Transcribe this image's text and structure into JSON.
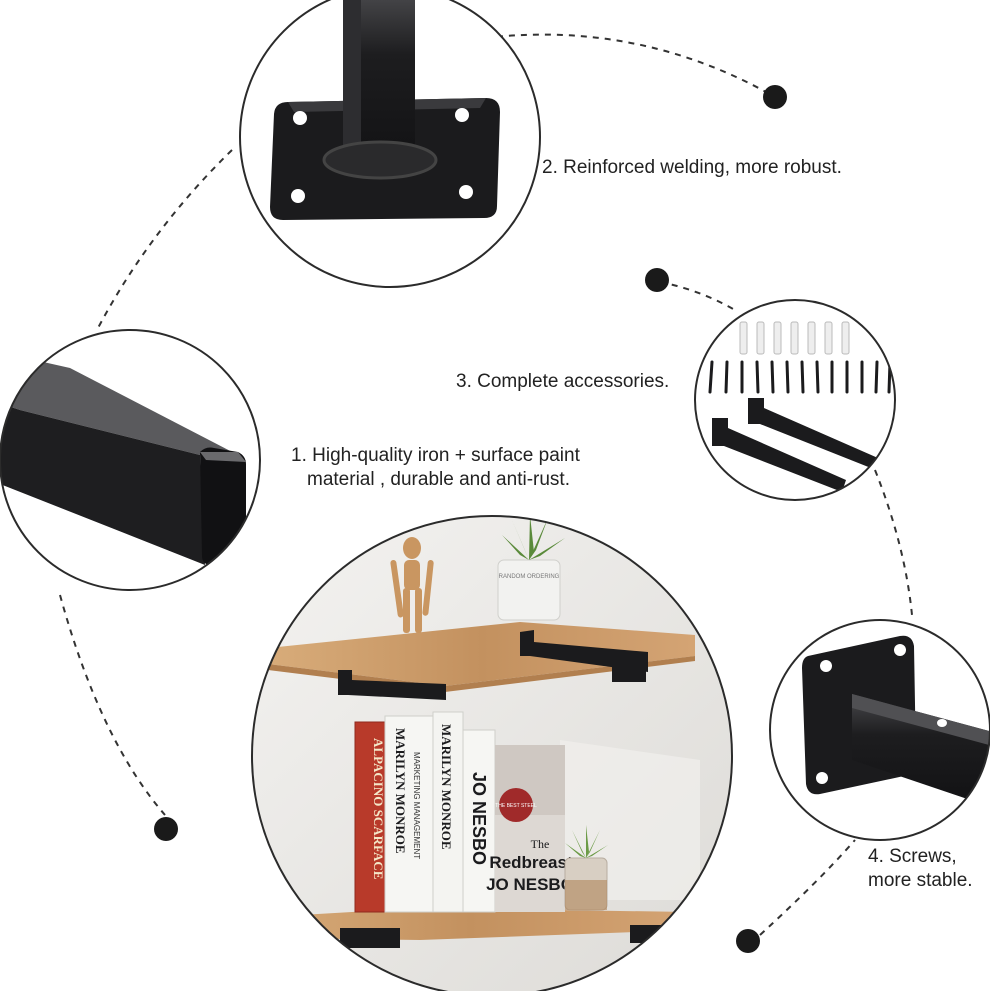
{
  "features": [
    {
      "lines": [
        "1. High-quality iron + surface paint",
        "material , durable and anti-rust."
      ]
    },
    {
      "lines": [
        "2. Reinforced welding, more robust."
      ]
    },
    {
      "lines": [
        "3. Complete accessories."
      ]
    },
    {
      "lines": [
        "4. Screws,",
        "more stable."
      ]
    }
  ],
  "books": {
    "book1_title": "ALPACINO SCARFACE",
    "book1_author": "MARILYN MONROE",
    "book2_title": "MARKETING MANAGEMENT",
    "book2_author": "MARILYN MONROE",
    "book3_author": "JO NESBO",
    "book4_title_1": "The",
    "book4_title_2": "Redbreast",
    "book4_author": "JO NESBO",
    "book4_badge": "THE BEST STEEL"
  },
  "jar_label": "RANDOM ORDERING",
  "colors": {
    "steel": "#1b1b1d",
    "wood": "#c99a68",
    "dot": "#1a1a1a",
    "wall": "#ecebe8"
  }
}
